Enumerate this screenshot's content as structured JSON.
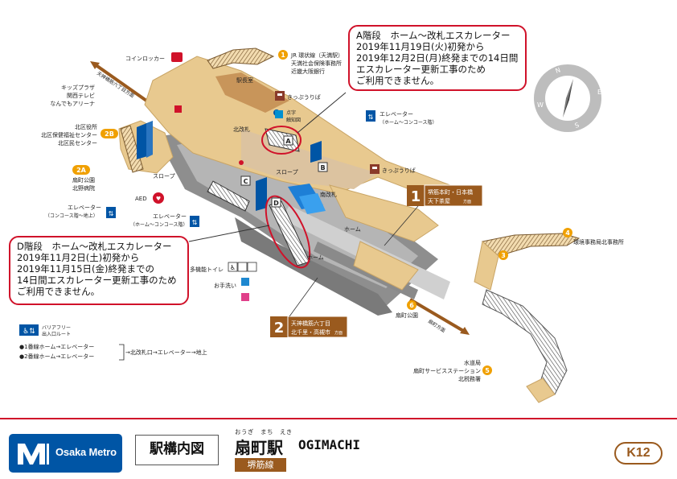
{
  "callout_a": {
    "lines": [
      "A階段　ホーム～改札エスカレーター",
      "2019年11月19日(火)初発から",
      "2019年12月2日(月)終発までの14日間",
      "エスカレーター更新工事のため",
      "ご利用できません。"
    ]
  },
  "callout_d": {
    "lines": [
      "D階段　ホーム～改札エスカレーター",
      "2019年11月2日(土)初発から",
      "2019年11月15日(金)終発までの",
      "14日間エスカレーター更新工事のため",
      "ご利用できません。"
    ]
  },
  "labels": {
    "coin_locker": "コインロッカー",
    "station_office": "駅長室",
    "ticket_left": "きっぷうりば",
    "ticket_right": "きっぷうりば",
    "braille": "点字",
    "braille2": "触知図",
    "north_gate": "北改札",
    "south_gate": "南改札",
    "slope_left": "スロープ",
    "slope_center": "スロープ",
    "aed": "AED",
    "home_upper": "ホーム",
    "home_lower": "ホーム",
    "street_top": "天神橋筋六丁目方面",
    "street_bottom": "扇町方面",
    "elev_right_1": "エレベーター",
    "elev_right_2": "（ホーム～コンコース階）",
    "elev_left_1": "エレベーター",
    "elev_left_2": "（コンコース階～地上）",
    "elev_mid_1": "エレベーター",
    "elev_mid_2": "（ホーム～コンコース階）",
    "toilet_multi": "多機能トイレ",
    "washroom": "お手洗い",
    "kids_plaza": "キッズプラザ",
    "kansai_tv": "関西テレビ",
    "nandemo_arena": "なんでもアリーナ",
    "ward_office": "北区役所",
    "ward_health": "北区保健福祉センター",
    "ward_civic": "北区民センター",
    "ogimachi_park": "扇町公園",
    "kitano_hospital": "北野病院",
    "jr_1": "JR 環状線（天満駅）",
    "jr_2": "天満社会保険事務所",
    "jr_3": "近畿大阪銀行",
    "env_office": "環境事務局北事務所",
    "ogimachi_park_b": "扇町公園",
    "water_1": "水道局",
    "water_2": "扇町サービスステーション",
    "water_3": "北税務署",
    "barrier_free_1": "バリアフリー",
    "barrier_free_2": "出入口ルート",
    "route_1": "●1番線ホーム→エレベーター",
    "route_2": "●2番線ホーム→エレベーター",
    "route_common": "→北改札口→エレベーター→地上",
    "exit_2a": "2A",
    "exit_2b": "2B",
    "exit_1": "1",
    "exit_3": "3",
    "exit_4": "4",
    "exit_5": "5",
    "exit_6": "6",
    "stair_a": "A",
    "stair_b": "B",
    "stair_c": "C",
    "stair_d": "D"
  },
  "platform_1": {
    "number": "1",
    "line1": "堺筋本町・日本橋",
    "line2": "天下茶屋",
    "suffix": "方面"
  },
  "platform_2": {
    "number": "2",
    "line1": "天神橋筋六丁目",
    "line2": "北千里・高槻市",
    "suffix": "方面"
  },
  "footer": {
    "logo_text": "Osaka Metro",
    "plan_title": "駅構内図",
    "furigana": "おうぎ　まち　えき",
    "station_name": "扇町駅",
    "station_name_en": "OGIMACHI",
    "line_name": "堺筋線",
    "station_code": "K12"
  },
  "colors": {
    "brand_red": "#d0122a",
    "line_brown": "#9a5a1e",
    "concourse": "#e8c98f",
    "platform_gray": "#9a9a9a",
    "metro_blue": "#0055a5",
    "exit_orange": "#f0a000"
  }
}
